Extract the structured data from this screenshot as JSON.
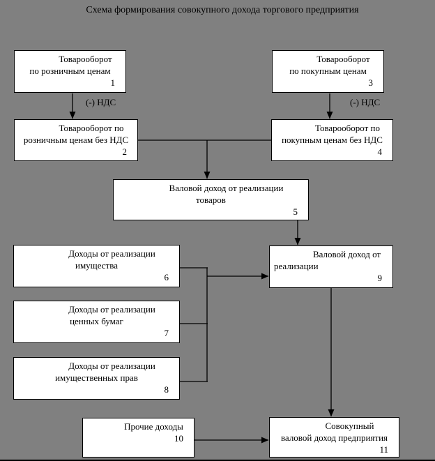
{
  "title": "Схема формирования совокупного дохода торгового предприятия",
  "vat_labels": {
    "left": "(-) НДС",
    "right": "(-) НДС"
  },
  "boxes": [
    {
      "id": "1",
      "label": "Товарооборот\nпо розничным ценам",
      "number": "1"
    },
    {
      "id": "2",
      "label": "Товарооборот по\nрозничным ценам без НДС",
      "number": "2"
    },
    {
      "id": "3",
      "label": "Товарооборот\nпо покупным ценам",
      "number": "3"
    },
    {
      "id": "4",
      "label": "Товарооборот по\nпокупным ценам без НДС",
      "number": "4"
    },
    {
      "id": "5",
      "label": "Валовой доход от реализации\nтоваров",
      "number": "5"
    },
    {
      "id": "6",
      "label": "Доходы от реализации\nимущества",
      "number": "6"
    },
    {
      "id": "7",
      "label": "Доходы от реализации\nценных бумаг",
      "number": "7"
    },
    {
      "id": "8",
      "label": "Доходы от реализации\nимущественных прав",
      "number": "8"
    },
    {
      "id": "9",
      "label": "Валовой доход от\nреализации",
      "number": "9"
    },
    {
      "id": "10",
      "label": "Прочие доходы",
      "number": "10"
    },
    {
      "id": "11",
      "label": "Совокупный\nваловой доход предприятия",
      "number": "11"
    }
  ],
  "edges": [
    {
      "from": "box-1",
      "to": "box-2",
      "label": "(-) НДС"
    },
    {
      "from": "box-3",
      "to": "box-4",
      "label": "(-) НДС"
    },
    {
      "from": "box-2 + box-4",
      "to": "box-5",
      "label": ""
    },
    {
      "from": "box-5",
      "to": "box-9",
      "label": ""
    },
    {
      "from": "box-6 + box-7 + box-8",
      "to": "box-9",
      "label": ""
    },
    {
      "from": "box-9",
      "to": "box-11",
      "label": ""
    },
    {
      "from": "box-10",
      "to": "box-11",
      "label": ""
    }
  ],
  "colors": {
    "background": "#808080",
    "box_fill": "#ffffff",
    "line": "#000000"
  }
}
